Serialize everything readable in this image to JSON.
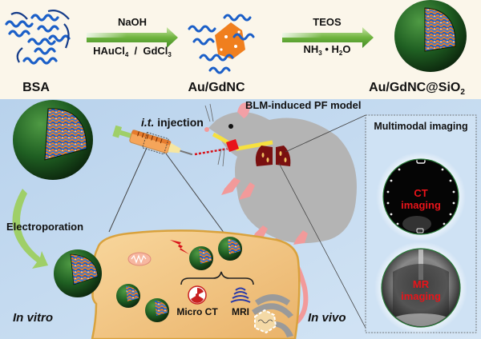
{
  "top_panel": {
    "species": [
      {
        "id": "bsa",
        "label": "BSA"
      },
      {
        "id": "au-gdnc",
        "label": "Au/GdNC"
      },
      {
        "id": "au-gdnc-sio2",
        "label_main": "Au/GdNC@SiO",
        "label_sub": "2"
      }
    ],
    "step1": {
      "above": "NaOH",
      "below_parts": [
        {
          "t": "HAuCl",
          "sub": "4"
        },
        {
          "t": "  /  GdCl",
          "sub": "3"
        }
      ]
    },
    "step2": {
      "above": "TEOS",
      "below_parts": [
        {
          "t": "NH",
          "sub": "3"
        },
        {
          "t": " • H",
          "sub": "2"
        },
        {
          "t": "O",
          "sub": ""
        }
      ]
    }
  },
  "bottom_panel": {
    "injection_label_italic": "i.t.",
    "injection_label": " injection",
    "model_label": "BLM-induced PF model",
    "electroporation_label": "Electroporation",
    "in_vitro_label": "In vitro",
    "in_vivo_label": "In vivo",
    "modalities": [
      {
        "icon": "radiation-icon",
        "label": "Micro CT"
      },
      {
        "icon": "mri-waves-icon",
        "label": "MRI"
      }
    ],
    "imaging_box": {
      "title": "Multimodal imaging",
      "ct": {
        "line1": "CT",
        "line2": "imaging"
      },
      "mr": {
        "line1": "MR",
        "line2": "imaging"
      }
    }
  },
  "colors": {
    "protein_blue": "#1b5fc8",
    "gold_core": "#f07f1e",
    "silica_green": "#1d5a1e",
    "arrow_green": "#5aa832",
    "cell_orange": "#f3c27e",
    "cell_edge": "#d9a23d",
    "background_blue": "#c4daf0",
    "mouse_gray": "#b4b4b4",
    "lung_red": "#7a1010",
    "label_red": "#e8141a"
  }
}
